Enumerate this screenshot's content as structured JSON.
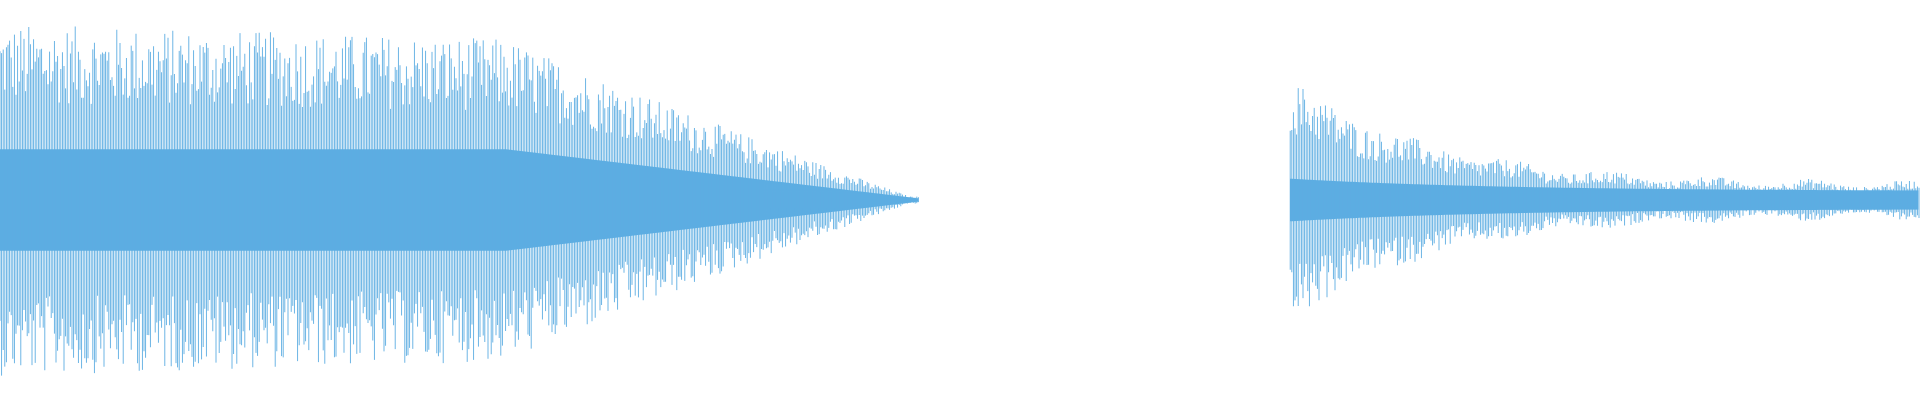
{
  "waveform": {
    "color": "#5dade2",
    "background": "#ffffff",
    "segments": [
      {
        "name": "sustained-decay-region",
        "start_fraction": 0.0,
        "end_fraction": 0.479,
        "peak_amplitude": 0.88,
        "decay": "linear-taper"
      },
      {
        "name": "silence-region",
        "start_fraction": 0.479,
        "end_fraction": 0.672,
        "peak_amplitude": 0.0
      },
      {
        "name": "pluck-decay-region",
        "start_fraction": 0.672,
        "end_fraction": 1.0,
        "peak_amplitude": 0.62,
        "decay": "exponential"
      }
    ]
  }
}
